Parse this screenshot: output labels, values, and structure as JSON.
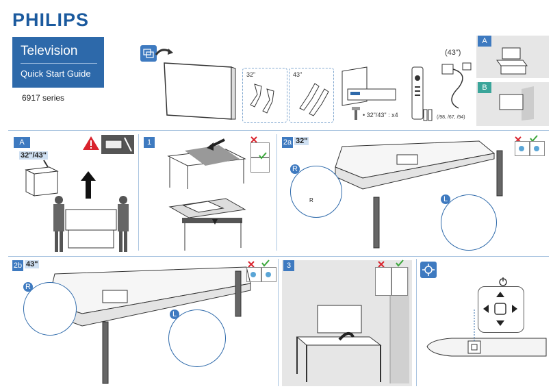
{
  "brand": "PHILIPS",
  "product": "Television",
  "guide": "Quick Start Guide",
  "series": "6917 series",
  "top": {
    "stand_32": "32\"",
    "stand_43": "43\"",
    "screws": "• 32\"/43\" : x4",
    "plug_size": "(43\")",
    "plug_models": "(/98, /67, /94)",
    "opt_a": "A",
    "opt_b": "B"
  },
  "panels": {
    "a": {
      "badge": "A",
      "size": "32\"/43\""
    },
    "p1": {
      "badge": "1"
    },
    "p2a": {
      "badge": "2a",
      "size": "32\""
    },
    "p2b": {
      "badge": "2b",
      "size": "43\""
    },
    "p3": {
      "badge": "3"
    }
  },
  "markers": {
    "r": "R",
    "l": "L",
    "r_small": "R"
  },
  "colors": {
    "accent": "#2d69aa",
    "badge": "#3e7ac0",
    "wrong": "#d9232d",
    "right": "#3aa63a"
  },
  "icons": [
    "tv-flip-icon",
    "warning-icon",
    "cross-icon",
    "check-icon",
    "joystick-icon",
    "power-icon"
  ]
}
